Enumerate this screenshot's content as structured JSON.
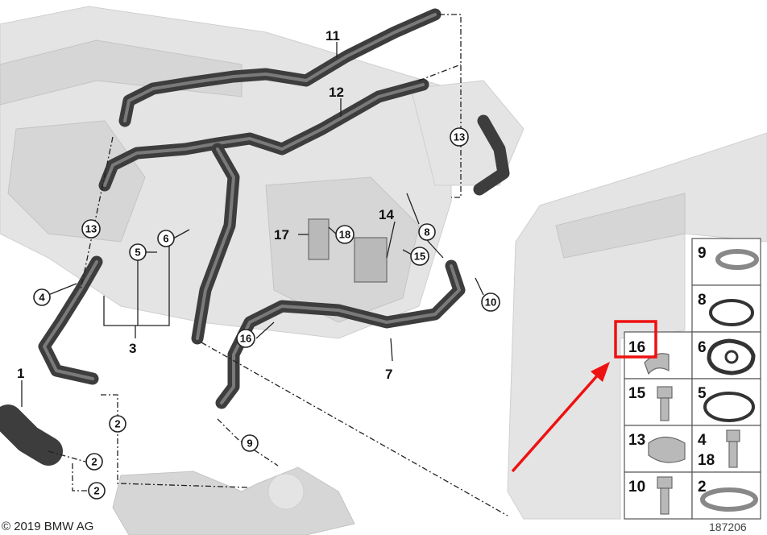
{
  "diagram": {
    "labels": {
      "l11": "11",
      "l12": "12",
      "l13a": "13",
      "l13b": "13",
      "l5": "5",
      "l6": "6",
      "l4": "4",
      "l3": "3",
      "l1": "1",
      "l2a": "2",
      "l2b": "2",
      "l2c": "2",
      "l9": "9",
      "l16": "16",
      "l17": "17",
      "l18": "18",
      "l14": "14",
      "l15": "15",
      "l8": "8",
      "l10": "10",
      "l7": "7"
    },
    "parts_table": {
      "cells": {
        "r1": "9",
        "r2": "8",
        "r3l": "16",
        "r3r": "6",
        "r4l": "15",
        "r4r": "5",
        "r5l": "13",
        "r5r_a": "4",
        "r5r_b": "18",
        "r6l": "10",
        "r6r": "2"
      }
    },
    "highlight": {
      "item": "16",
      "color": "#ee1111"
    },
    "copyright": "© 2019 BMW AG",
    "diagram_id": "187206"
  }
}
